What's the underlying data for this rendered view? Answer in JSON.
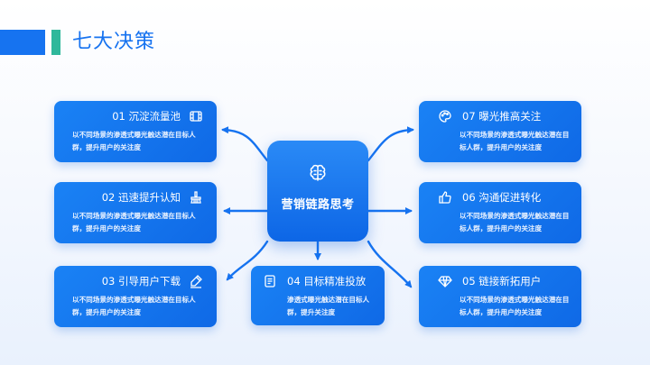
{
  "header": {
    "title": "七大决策"
  },
  "center": {
    "label": "营销链路思考",
    "icon": "brain-icon"
  },
  "cards": {
    "c1": {
      "title": "01 沉淀流量池",
      "desc": "以不同场景的渗透式曝光触达潜在目标人群，提升用户的关注度",
      "icon": "film-icon"
    },
    "c2": {
      "title": "02 迅速提升认知",
      "desc": "以不同场景的渗透式曝光触达潜在目标人群，提升用户的关注度",
      "icon": "brush-icon"
    },
    "c3": {
      "title": "03 引导用户下载",
      "desc": "以不同场景的渗透式曝光触达潜在目标人群，提升用户的关注度",
      "icon": "pen-icon"
    },
    "c4": {
      "title": "04 目标精准投放",
      "desc": "渗透式曝光触达潜在目标人群，提升关注度",
      "icon": "document-icon"
    },
    "c5": {
      "title": "05 链接新拓用户",
      "desc": "以不同场景的渗透式曝光触达潜在目标人群，提升用户的关注度",
      "icon": "diamond-icon"
    },
    "c6": {
      "title": "06 沟通促进转化",
      "desc": "以不同场景的渗透式曝光触达潜在目标人群，提升用户的关注度",
      "icon": "thumbs-up-icon"
    },
    "c7": {
      "title": "07 曝光推高关注",
      "desc": "以不同场景的渗透式曝光触达潜在目标人群，提升用户的关注度",
      "icon": "palette-icon"
    }
  },
  "colors": {
    "accent": "#1673f0",
    "teal": "#2fb89b",
    "card": "#1a82f5"
  }
}
